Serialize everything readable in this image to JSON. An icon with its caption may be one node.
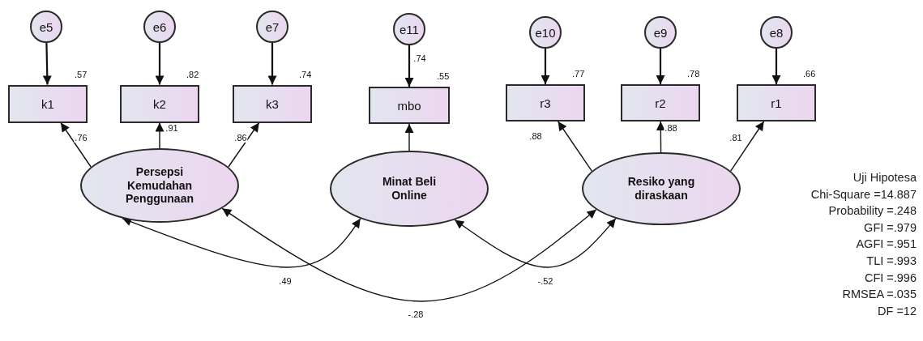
{
  "diagram": {
    "nodes": [
      {
        "text": [
          "e5"
        ]
      },
      {
        "text": [
          "e6"
        ]
      },
      {
        "text": [
          "e7"
        ]
      },
      {
        "text": [
          "e11"
        ]
      },
      {
        "text": [
          "e10"
        ]
      },
      {
        "text": [
          "e9"
        ]
      },
      {
        "text": [
          "e8"
        ]
      },
      {
        "text": [
          "k1"
        ],
        "beside": [
          ".57"
        ]
      },
      {
        "text": [
          "k2"
        ],
        "beside": [
          ".82"
        ]
      },
      {
        "text": [
          "k3"
        ],
        "beside": [
          ".74"
        ]
      },
      {
        "text": [
          "mbo"
        ],
        "beside": [
          ".55"
        ]
      },
      {
        "text": [
          "r3"
        ],
        "beside": [
          ".77"
        ]
      },
      {
        "text": [
          "r2"
        ],
        "beside": [
          ".78"
        ]
      },
      {
        "text": [
          "r1"
        ],
        "beside": [
          ".66"
        ]
      },
      {
        "text": [
          "Persepsi Kemudahan Penggunaan"
        ]
      },
      {
        "text": [
          "Minat Beli Online"
        ]
      },
      {
        "text": [
          "Resiko yang diraskaan"
        ]
      }
    ],
    "edges": [
      {
        "from": 0,
        "to": 7,
        "arrow": "to"
      },
      {
        "from": 1,
        "to": 8,
        "arrow": "to"
      },
      {
        "from": 2,
        "to": 9,
        "arrow": "to"
      },
      {
        "from": 3,
        "to": 10,
        "arrow": "to",
        "label": ".74"
      },
      {
        "from": 4,
        "to": 11,
        "arrow": "to"
      },
      {
        "from": 5,
        "to": 12,
        "arrow": "to"
      },
      {
        "from": 6,
        "to": 13,
        "arrow": "to"
      },
      {
        "from": 14,
        "to": 7,
        "arrow": "to",
        "label": ".76"
      },
      {
        "from": 14,
        "to": 8,
        "arrow": "to",
        "label": ".91"
      },
      {
        "from": 14,
        "to": 9,
        "arrow": "to",
        "label": ".86"
      },
      {
        "from": 15,
        "to": 10,
        "arrow": "to"
      },
      {
        "from": 16,
        "to": 11,
        "arrow": "to",
        "label": ".88"
      },
      {
        "from": 16,
        "to": 12,
        "arrow": "to",
        "label": ".88"
      },
      {
        "from": 16,
        "to": 13,
        "arrow": "to",
        "label": ".81"
      },
      {
        "from": 14,
        "to": 15,
        "arrow": "both",
        "label": ".49"
      },
      {
        "from": 15,
        "to": 16,
        "arrow": "both",
        "label": "-.52"
      },
      {
        "from": 14,
        "to": 16,
        "arrow": "both",
        "label": "-.28"
      }
    ],
    "labels": [
      "Uji Hipotesa",
      "Chi-Square =14.887",
      "Probability =.248",
      "GFI =.979",
      "AGFI =.951",
      "TLI =.993",
      "CFI =.996",
      "RMSEA =.035",
      "DF =12"
    ]
  }
}
